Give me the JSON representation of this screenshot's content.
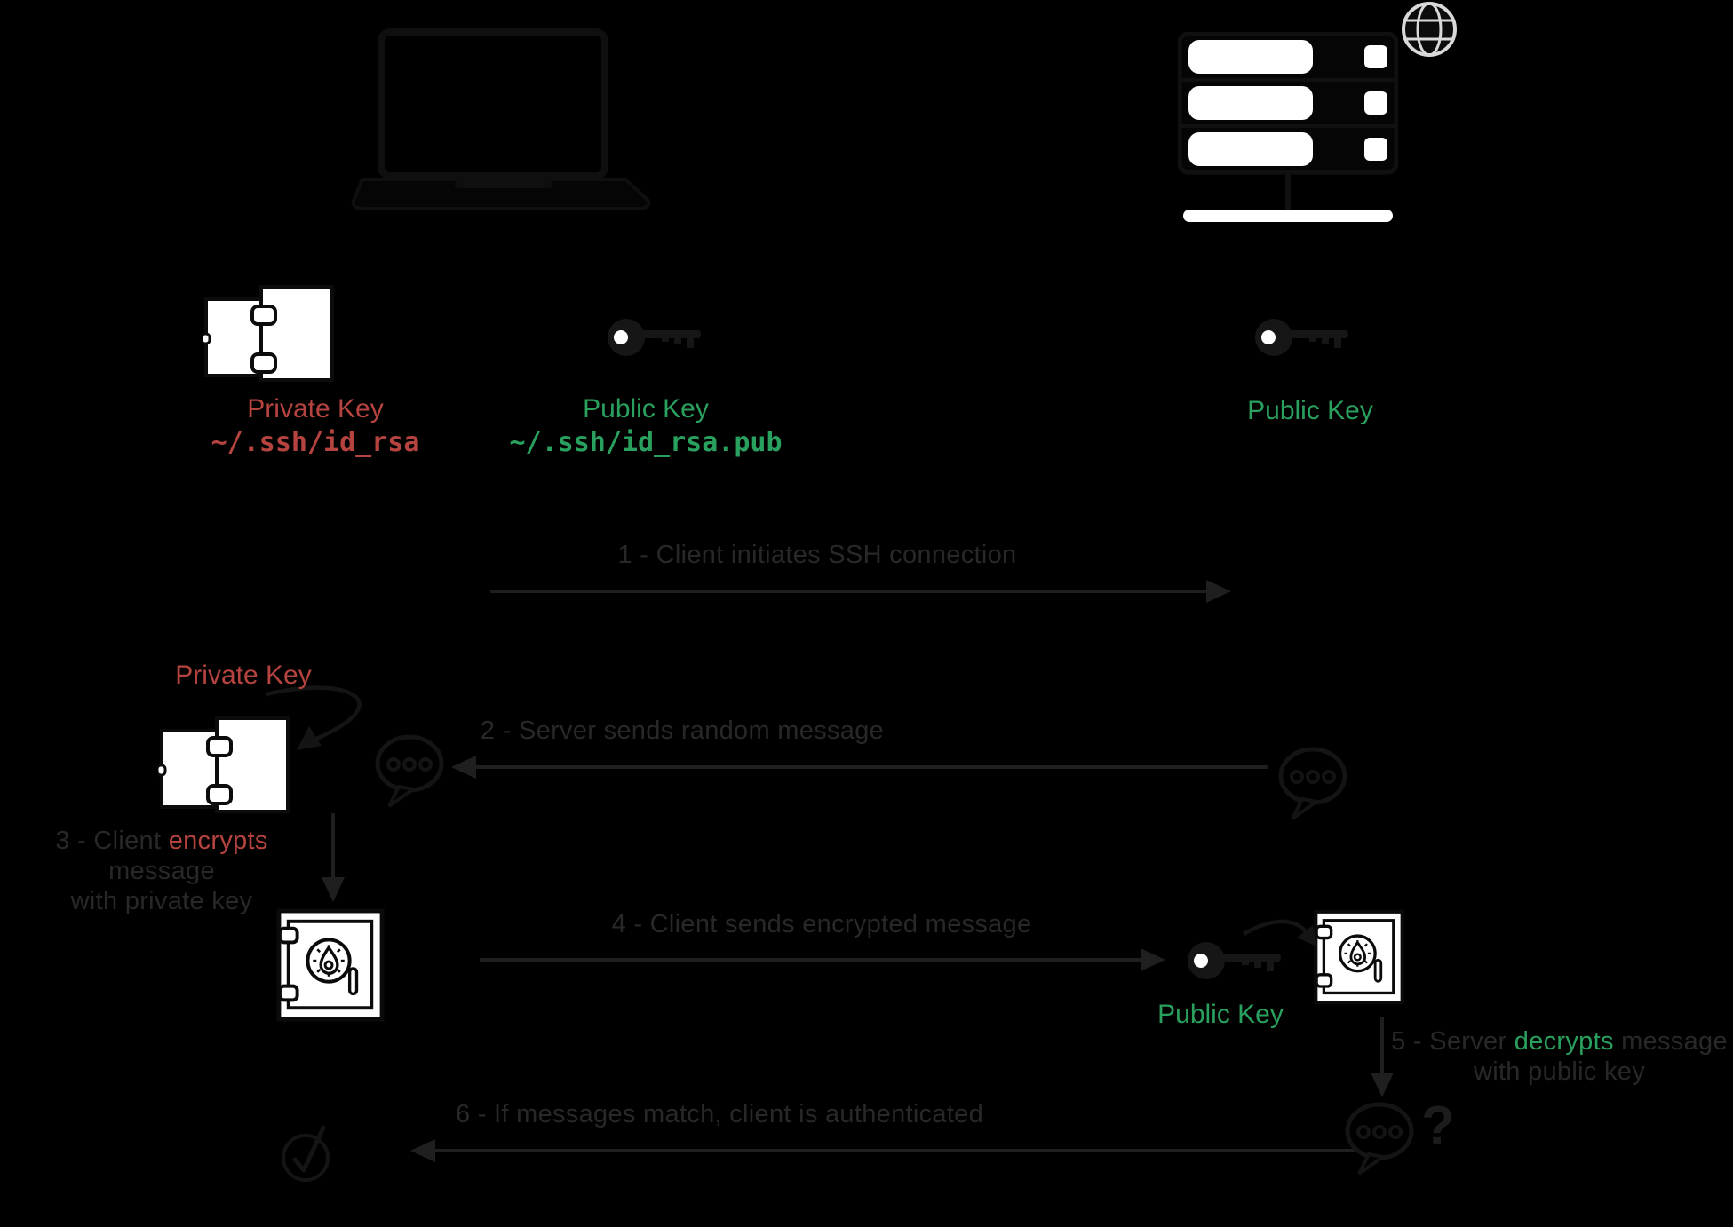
{
  "colors": {
    "background": "#000000",
    "accent_red": "#b5433f",
    "accent_green": "#2aa05e",
    "dim_text": "#282828",
    "line": "#1f1f1f",
    "icon_fill": "#ffffff"
  },
  "client": {
    "private_key_label": "Private Key",
    "private_key_path": "~/.ssh/id_rsa",
    "public_key_label": "Public Key",
    "public_key_path": "~/.ssh/id_rsa.pub"
  },
  "server": {
    "public_key_label": "Public Key"
  },
  "steps": {
    "s1": "1 - Client initiates SSH connection",
    "s2": "2 - Server sends random message",
    "s2_key_label": "Private Key",
    "s3_prefix": "3 - Client ",
    "s3_highlight": "encrypts",
    "s3_suffix": " message",
    "s3_line2": "with private key",
    "s4": "4 - Client sends encrypted message",
    "s4_key_label": "Public Key",
    "s5_prefix": "5 - Server ",
    "s5_highlight": "decrypts",
    "s5_suffix": " message",
    "s5_line2": "with public key",
    "s6": "6 - If messages match, client is authenticated",
    "question_mark": "?"
  }
}
